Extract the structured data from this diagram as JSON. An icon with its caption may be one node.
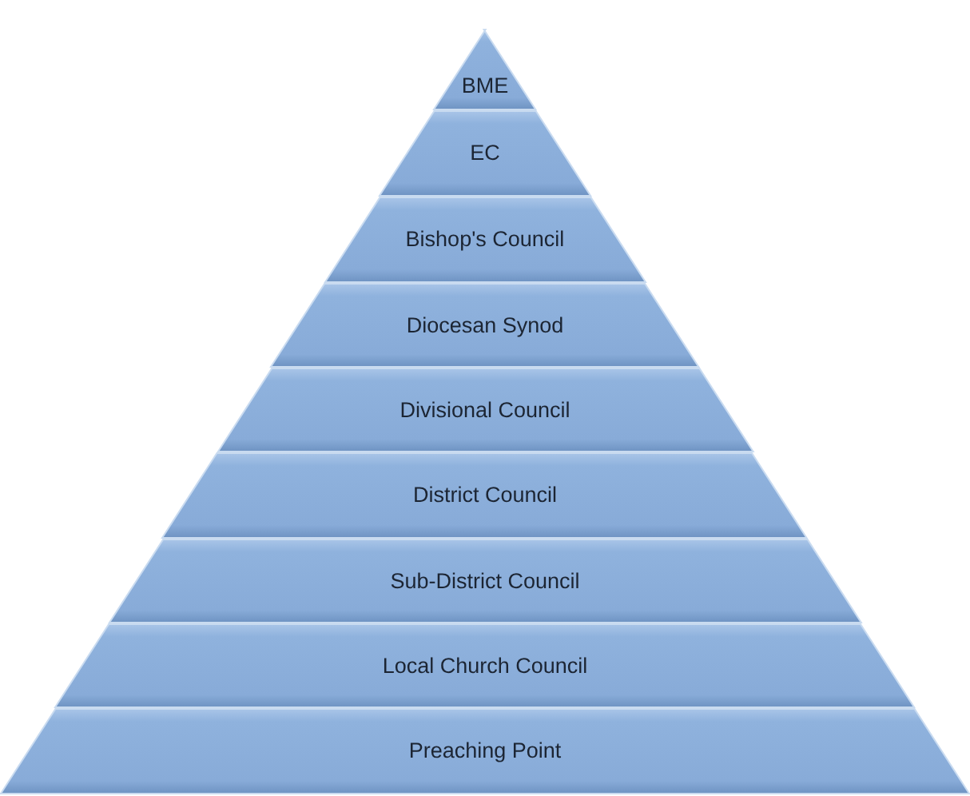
{
  "diagram": {
    "nodes": [
      {
        "text": [
          "BME"
        ]
      },
      {
        "text": [
          "EC"
        ]
      },
      {
        "text": [
          "Bishop's Council"
        ]
      },
      {
        "text": [
          "Diocesan Synod"
        ]
      },
      {
        "text": [
          "Divisional Council"
        ]
      },
      {
        "text": [
          "District Council"
        ]
      },
      {
        "text": [
          "Sub-District Council"
        ]
      },
      {
        "text": [
          "Local Church Council"
        ]
      },
      {
        "text": [
          "Preaching Point"
        ]
      }
    ]
  }
}
